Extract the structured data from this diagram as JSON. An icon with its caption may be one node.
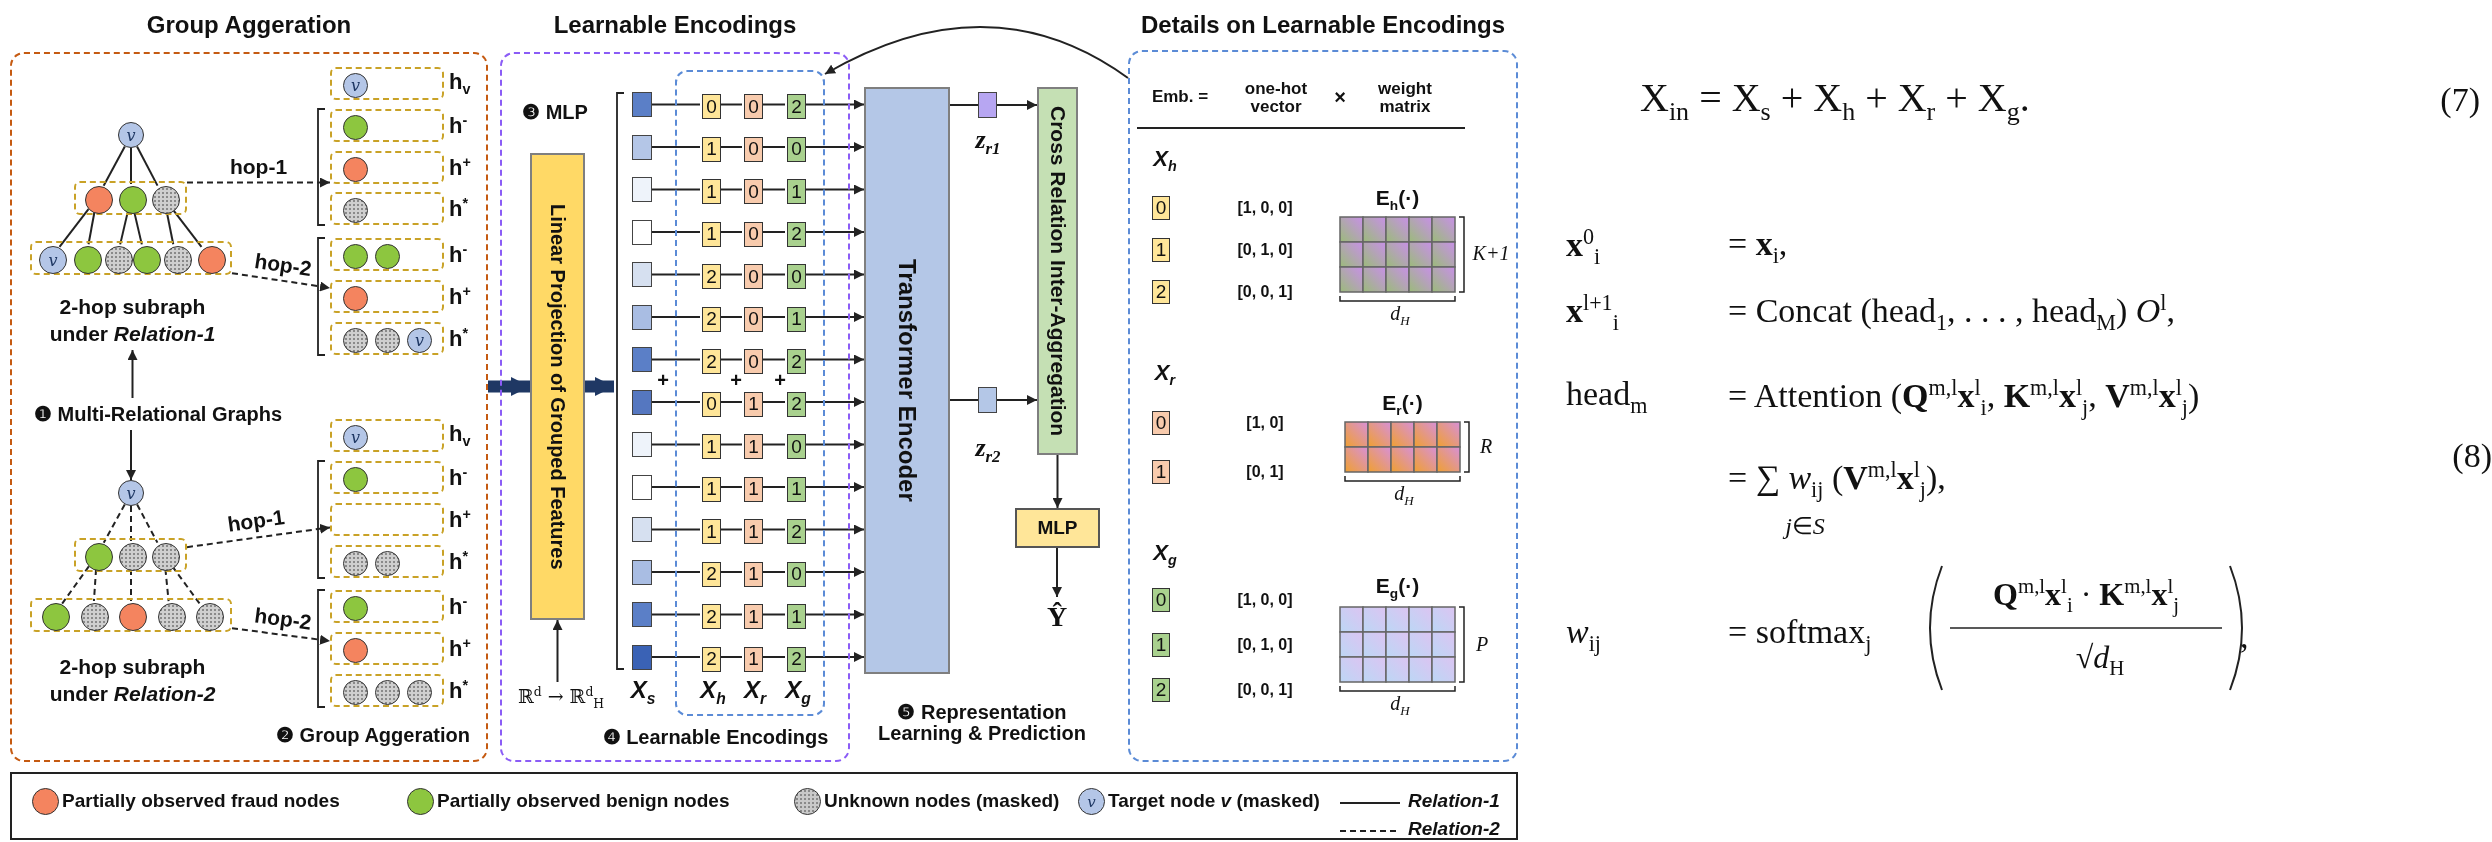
{
  "diagram": {
    "nodes": [
      {
        "text": [
          "Group Aggeration",
          "❷ Group Aggeration"
        ]
      },
      {
        "text": [
          "v"
        ],
        "in": 0
      },
      {
        "text": [],
        "shape": "box",
        "in": 0
      },
      {
        "text": [],
        "shape": "circle",
        "in": 2
      },
      {
        "text": [],
        "shape": "circle",
        "in": 2
      },
      {
        "text": [],
        "shape": "circle",
        "in": 2
      },
      {
        "text": [],
        "shape": "box",
        "in": 0
      },
      {
        "text": [
          "v"
        ],
        "in": 6
      },
      {
        "text": [],
        "shape": "circle",
        "in": 6
      },
      {
        "text": [],
        "shape": "circle",
        "in": 6
      },
      {
        "text": [],
        "shape": "circle",
        "in": 6
      },
      {
        "text": [],
        "shape": "circle",
        "in": 6
      },
      {
        "text": [],
        "shape": "circle",
        "in": 6
      },
      {
        "text": [
          "2-hop subraph under *Relation-1*"
        ],
        "in": 0
      },
      {
        "text": [
          "❶ Multi-Relational Graphs"
        ],
        "in": 0
      },
      {
        "text": [
          "v"
        ],
        "in": 0
      },
      {
        "text": [],
        "shape": "box",
        "in": 0
      },
      {
        "text": [],
        "shape": "circle",
        "in": 16
      },
      {
        "text": [],
        "shape": "circle",
        "in": 16
      },
      {
        "text": [],
        "shape": "circle",
        "in": 16
      },
      {
        "text": [],
        "shape": "box",
        "in": 0
      },
      {
        "text": [],
        "shape": "circle",
        "in": 20
      },
      {
        "text": [],
        "shape": "circle",
        "in": 20
      },
      {
        "text": [],
        "shape": "circle",
        "in": 20
      },
      {
        "text": [],
        "shape": "circle",
        "in": 20
      },
      {
        "text": [],
        "shape": "circle",
        "in": 20
      },
      {
        "text": [
          "2-hop subraph under *Relation-2*"
        ],
        "in": 0
      },
      {
        "text": [],
        "shape": "box",
        "in": 0,
        "beside": [
          "h$_{v}$"
        ]
      },
      {
        "text": [
          "v"
        ],
        "in": 27
      },
      {
        "text": [],
        "shape": "box",
        "in": 0,
        "beside": [
          "h$^{-}$"
        ]
      },
      {
        "text": [],
        "shape": "circle",
        "in": 29
      },
      {
        "text": [],
        "shape": "box",
        "in": 0,
        "beside": [
          "h$^{+}$"
        ]
      },
      {
        "text": [],
        "shape": "circle",
        "in": 31
      },
      {
        "text": [],
        "shape": "box",
        "in": 0,
        "beside": [
          "h$^{*}$"
        ]
      },
      {
        "text": [],
        "shape": "circle",
        "in": 33
      },
      {
        "text": [],
        "shape": "box",
        "in": 0,
        "beside": [
          "h$^{-}$"
        ]
      },
      {
        "text": [],
        "shape": "circle",
        "in": 35
      },
      {
        "text": [],
        "shape": "circle",
        "in": 35
      },
      {
        "text": [],
        "shape": "box",
        "in": 0,
        "beside": [
          "h$^{+}$"
        ]
      },
      {
        "text": [],
        "shape": "circle",
        "in": 38
      },
      {
        "text": [],
        "shape": "box",
        "in": 0,
        "beside": [
          "h$^{*}$"
        ]
      },
      {
        "text": [],
        "shape": "circle",
        "in": 40
      },
      {
        "text": [],
        "shape": "circle",
        "in": 40
      },
      {
        "text": [
          "v"
        ],
        "in": 40
      },
      {
        "text": [],
        "shape": "box",
        "in": 0,
        "beside": [
          "h$_{v}$"
        ]
      },
      {
        "text": [
          "v"
        ],
        "in": 44
      },
      {
        "text": [],
        "shape": "box",
        "in": 0,
        "beside": [
          "h$^{-}$"
        ]
      },
      {
        "text": [],
        "shape": "circle",
        "in": 46
      },
      {
        "text": [],
        "shape": "box",
        "in": 0,
        "beside": [
          "h$^{+}$"
        ]
      },
      {
        "text": [],
        "shape": "box",
        "in": 0,
        "beside": [
          "h$^{*}$"
        ]
      },
      {
        "text": [],
        "shape": "circle",
        "in": 49
      },
      {
        "text": [],
        "shape": "circle",
        "in": 49
      },
      {
        "text": [],
        "shape": "box",
        "in": 0,
        "beside": [
          "h$^{-}$"
        ]
      },
      {
        "text": [],
        "shape": "circle",
        "in": 52
      },
      {
        "text": [],
        "shape": "box",
        "in": 0,
        "beside": [
          "h$^{+}$"
        ]
      },
      {
        "text": [],
        "shape": "circle",
        "in": 54
      },
      {
        "text": [],
        "shape": "box",
        "in": 0,
        "beside": [
          "h$^{*}$"
        ]
      },
      {
        "text": [],
        "shape": "circle",
        "in": 56
      },
      {
        "text": [],
        "shape": "circle",
        "in": 56
      },
      {
        "text": [],
        "shape": "circle",
        "in": 56
      },
      {
        "text": [
          "Learnable Encodings",
          "❹ Learnable Encodings"
        ]
      },
      {
        "text": [
          "Linear Projection of Grouped Features"
        ],
        "in": 60
      },
      {
        "text": [
          "ℝ$^{d}$ → ℝ$^{d}$$_{H}$"
        ],
        "in": 60
      },
      {
        "text": [],
        "shape": "box",
        "in": 60
      },
      {
        "text": [],
        "shape": "box",
        "in": 60
      },
      {
        "text": [
          "0"
        ],
        "in": 63
      },
      {
        "text": [
          "0"
        ],
        "in": 63
      },
      {
        "text": [
          "2"
        ],
        "in": 63
      },
      {
        "text": [],
        "shape": "box",
        "in": 60
      },
      {
        "text": [
          "1"
        ],
        "in": 63
      },
      {
        "text": [
          "0"
        ],
        "in": 63
      },
      {
        "text": [
          "0"
        ],
        "in": 63
      },
      {
        "text": [],
        "shape": "box",
        "in": 60
      },
      {
        "text": [
          "1"
        ],
        "in": 63
      },
      {
        "text": [
          "0"
        ],
        "in": 63
      },
      {
        "text": [
          "1"
        ],
        "in": 63
      },
      {
        "text": [],
        "shape": "box",
        "in": 60
      },
      {
        "text": [
          "1"
        ],
        "in": 63
      },
      {
        "text": [
          "0"
        ],
        "in": 63
      },
      {
        "text": [
          "2"
        ],
        "in": 63
      },
      {
        "text": [],
        "shape": "box",
        "in": 60
      },
      {
        "text": [
          "2"
        ],
        "in": 63
      },
      {
        "text": [
          "0"
        ],
        "in": 63
      },
      {
        "text": [
          "0"
        ],
        "in": 63
      },
      {
        "text": [],
        "shape": "box",
        "in": 60
      },
      {
        "text": [
          "2"
        ],
        "in": 63
      },
      {
        "text": [
          "0"
        ],
        "in": 63
      },
      {
        "text": [
          "1"
        ],
        "in": 63
      },
      {
        "text": [],
        "shape": "box",
        "in": 60
      },
      {
        "text": [
          "2"
        ],
        "in": 63
      },
      {
        "text": [
          "0"
        ],
        "in": 63
      },
      {
        "text": [
          "2"
        ],
        "in": 63
      },
      {
        "text": [],
        "shape": "box",
        "in": 60
      },
      {
        "text": [
          "0"
        ],
        "in": 63
      },
      {
        "text": [
          "1"
        ],
        "in": 63
      },
      {
        "text": [
          "2"
        ],
        "in": 63
      },
      {
        "text": [],
        "shape": "box",
        "in": 60
      },
      {
        "text": [
          "1"
        ],
        "in": 63
      },
      {
        "text": [
          "1"
        ],
        "in": 63
      },
      {
        "text": [
          "0"
        ],
        "in": 63
      },
      {
        "text": [],
        "shape": "box",
        "in": 60
      },
      {
        "text": [
          "1"
        ],
        "in": 63
      },
      {
        "text": [
          "1"
        ],
        "in": 63
      },
      {
        "text": [
          "1"
        ],
        "in": 63
      },
      {
        "text": [],
        "shape": "box",
        "in": 60
      },
      {
        "text": [
          "1"
        ],
        "in": 63
      },
      {
        "text": [
          "1"
        ],
        "in": 63
      },
      {
        "text": [
          "2"
        ],
        "in": 63
      },
      {
        "text": [],
        "shape": "box",
        "in": 60
      },
      {
        "text": [
          "2"
        ],
        "in": 63
      },
      {
        "text": [
          "1"
        ],
        "in": 63
      },
      {
        "text": [
          "0"
        ],
        "in": 63
      },
      {
        "text": [],
        "shape": "box",
        "in": 60
      },
      {
        "text": [
          "2"
        ],
        "in": 63
      },
      {
        "text": [
          "1"
        ],
        "in": 63
      },
      {
        "text": [
          "1"
        ],
        "in": 63
      },
      {
        "text": [],
        "shape": "box",
        "in": 60
      },
      {
        "text": [
          "2"
        ],
        "in": 63
      },
      {
        "text": [
          "1"
        ],
        "in": 63
      },
      {
        "text": [
          "2"
        ],
        "in": 63
      },
      {
        "text": [
          "Transformer Encoder"
        ]
      },
      {
        "text": [],
        "shape": "box",
        "beside": [
          "z$_{r1}$"
        ]
      },
      {
        "text": [],
        "shape": "box",
        "beside": [
          "z$_{r2}$"
        ]
      },
      {
        "text": [
          "Cross Relation Inter-Aggregation"
        ]
      },
      {
        "text": [
          "MLP"
        ]
      },
      {
        "text": [
          "Ŷ"
        ]
      },
      {
        "text": [
          "Details on Learnable Encodings"
        ]
      },
      {
        "text": [
          "0"
        ],
        "in": 126
      },
      {
        "text": [
          "1"
        ],
        "in": 126
      },
      {
        "text": [
          "2"
        ],
        "in": 126
      },
      {
        "text": [
          "E$_{h}$(·)"
        ],
        "in": 126,
        "beside": [
          "K+1",
          "d$_{H}$"
        ]
      },
      {
        "text": [
          "0"
        ],
        "in": 126
      },
      {
        "text": [
          "1"
        ],
        "in": 126
      },
      {
        "text": [
          "E$_{r}$(·)"
        ],
        "in": 126,
        "beside": [
          "R",
          "d$_{H}$"
        ]
      },
      {
        "text": [
          "0"
        ],
        "in": 126
      },
      {
        "text": [
          "1"
        ],
        "in": 126
      },
      {
        "text": [
          "2"
        ],
        "in": 126
      },
      {
        "text": [
          "E$_{g}$(·)"
        ],
        "in": 126,
        "beside": [
          "P",
          "d$_{H}$"
        ]
      },
      {
        "text": [],
        "shape": "bracket",
        "in": 60
      }
    ],
    "edges": [
      {
        "from": 1,
        "to": 3,
        "arrow": "none"
      },
      {
        "from": 1,
        "to": 4,
        "arrow": "none"
      },
      {
        "from": 1,
        "to": 5,
        "arrow": "none"
      },
      {
        "from": 3,
        "to": 7,
        "arrow": "none"
      },
      {
        "from": 3,
        "to": 8,
        "arrow": "none"
      },
      {
        "from": 4,
        "to": 9,
        "arrow": "none"
      },
      {
        "from": 4,
        "to": 10,
        "arrow": "none"
      },
      {
        "from": 5,
        "to": 11,
        "arrow": "none"
      },
      {
        "from": 5,
        "to": 12,
        "arrow": "none"
      },
      {
        "from": 15,
        "to": 17,
        "arrow": "none",
        "style": "dashed"
      },
      {
        "from": 15,
        "to": 18,
        "arrow": "none",
        "style": "dashed"
      },
      {
        "from": 15,
        "to": 19,
        "arrow": "none",
        "style": "dashed"
      },
      {
        "from": 17,
        "to": 21,
        "arrow": "none",
        "style": "dashed"
      },
      {
        "from": 17,
        "to": 22,
        "arrow": "none",
        "style": "dashed"
      },
      {
        "from": 18,
        "to": 23,
        "arrow": "none",
        "style": "dashed"
      },
      {
        "from": 19,
        "to": 24,
        "arrow": "none",
        "style": "dashed"
      },
      {
        "from": 19,
        "to": 25,
        "arrow": "none",
        "style": "dashed"
      },
      {
        "from": 14,
        "to": 13,
        "arrow": "to"
      },
      {
        "from": 14,
        "to": 15,
        "arrow": "to"
      },
      {
        "from": 2,
        "to": 31,
        "arrow": "to",
        "label": "hop-1",
        "style": "dashed"
      },
      {
        "from": 6,
        "to": 38,
        "arrow": "to",
        "label": "hop-2",
        "style": "dashed"
      },
      {
        "from": 16,
        "to": 48,
        "arrow": "to",
        "label": "hop-1",
        "style": "dashed"
      },
      {
        "from": 20,
        "to": 54,
        "arrow": "to",
        "label": "hop-2",
        "style": "dashed"
      },
      {
        "from": 0,
        "to": 61,
        "arrow": "to",
        "style": "thick",
        "color": "#1f3864"
      },
      {
        "from": 61,
        "to": 138,
        "arrow": "to",
        "style": "thick",
        "color": "#1f3864"
      },
      {
        "from": 62,
        "to": 61,
        "arrow": "to"
      },
      {
        "from": 64,
        "to": 65,
        "arrow": "none"
      },
      {
        "from": 65,
        "to": 66,
        "arrow": "none"
      },
      {
        "from": 66,
        "to": 67,
        "arrow": "none"
      },
      {
        "from": 67,
        "to": 120,
        "arrow": "to"
      },
      {
        "from": 68,
        "to": 69,
        "arrow": "none"
      },
      {
        "from": 69,
        "to": 70,
        "arrow": "none"
      },
      {
        "from": 70,
        "to": 71,
        "arrow": "none"
      },
      {
        "from": 71,
        "to": 120,
        "arrow": "to"
      },
      {
        "from": 72,
        "to": 73,
        "arrow": "none"
      },
      {
        "from": 73,
        "to": 74,
        "arrow": "none"
      },
      {
        "from": 74,
        "to": 75,
        "arrow": "none"
      },
      {
        "from": 75,
        "to": 120,
        "arrow": "to"
      },
      {
        "from": 76,
        "to": 77,
        "arrow": "none"
      },
      {
        "from": 77,
        "to": 78,
        "arrow": "none"
      },
      {
        "from": 78,
        "to": 79,
        "arrow": "none"
      },
      {
        "from": 79,
        "to": 120,
        "arrow": "to"
      },
      {
        "from": 80,
        "to": 81,
        "arrow": "none"
      },
      {
        "from": 81,
        "to": 82,
        "arrow": "none"
      },
      {
        "from": 82,
        "to": 83,
        "arrow": "none"
      },
      {
        "from": 83,
        "to": 120,
        "arrow": "to"
      },
      {
        "from": 84,
        "to": 85,
        "arrow": "none"
      },
      {
        "from": 85,
        "to": 86,
        "arrow": "none"
      },
      {
        "from": 86,
        "to": 87,
        "arrow": "none"
      },
      {
        "from": 87,
        "to": 120,
        "arrow": "to"
      },
      {
        "from": 88,
        "to": 89,
        "arrow": "none"
      },
      {
        "from": 89,
        "to": 90,
        "arrow": "none"
      },
      {
        "from": 90,
        "to": 91,
        "arrow": "none"
      },
      {
        "from": 91,
        "to": 120,
        "arrow": "to"
      },
      {
        "from": 92,
        "to": 93,
        "arrow": "none"
      },
      {
        "from": 93,
        "to": 94,
        "arrow": "none"
      },
      {
        "from": 94,
        "to": 95,
        "arrow": "none"
      },
      {
        "from": 95,
        "to": 120,
        "arrow": "to"
      },
      {
        "from": 96,
        "to": 97,
        "arrow": "none"
      },
      {
        "from": 97,
        "to": 98,
        "arrow": "none"
      },
      {
        "from": 98,
        "to": 99,
        "arrow": "none"
      },
      {
        "from": 99,
        "to": 120,
        "arrow": "to"
      },
      {
        "from": 100,
        "to": 101,
        "arrow": "none"
      },
      {
        "from": 101,
        "to": 102,
        "arrow": "none"
      },
      {
        "from": 102,
        "to": 103,
        "arrow": "none"
      },
      {
        "from": 103,
        "to": 120,
        "arrow": "to"
      },
      {
        "from": 104,
        "to": 105,
        "arrow": "none"
      },
      {
        "from": 105,
        "to": 106,
        "arrow": "none"
      },
      {
        "from": 106,
        "to": 107,
        "arrow": "none"
      },
      {
        "from": 107,
        "to": 120,
        "arrow": "to"
      },
      {
        "from": 108,
        "to": 109,
        "arrow": "none"
      },
      {
        "from": 109,
        "to": 110,
        "arrow": "none"
      },
      {
        "from": 110,
        "to": 111,
        "arrow": "none"
      },
      {
        "from": 111,
        "to": 120,
        "arrow": "to"
      },
      {
        "from": 112,
        "to": 113,
        "arrow": "none"
      },
      {
        "from": 113,
        "to": 114,
        "arrow": "none"
      },
      {
        "from": 114,
        "to": 115,
        "arrow": "none"
      },
      {
        "from": 115,
        "to": 120,
        "arrow": "to"
      },
      {
        "from": 116,
        "to": 117,
        "arrow": "none"
      },
      {
        "from": 117,
        "to": 118,
        "arrow": "none"
      },
      {
        "from": 118,
        "to": 119,
        "arrow": "none"
      },
      {
        "from": 119,
        "to": 120,
        "arrow": "to"
      },
      {
        "from": 120,
        "to": 121,
        "arrow": "none"
      },
      {
        "from": 121,
        "to": 123,
        "arrow": "to"
      },
      {
        "from": 120,
        "to": 122,
        "arrow": "none"
      },
      {
        "from": 122,
        "to": 123,
        "arrow": "to"
      },
      {
        "from": 123,
        "to": 124,
        "arrow": "to"
      },
      {
        "from": 124,
        "to": 125,
        "arrow": "to"
      },
      {
        "from": 126,
        "to": 63,
        "arrow": "to"
      }
    ],
    "labels": [
      "❸ MLP",
      "X$_{s}$",
      "X$_{h}$",
      "X$_{r}$",
      "X$_{g}$",
      "+",
      "+",
      "+",
      "❺ Representation Learning & Prediction",
      "Emb. =",
      "one-hot vector",
      "×",
      "weight matrix",
      "X$_{h}$",
      "[1, 0, 0]",
      "[0, 1, 0]",
      "[0, 0, 1]",
      "X$_{r}$",
      "[1, 0]",
      "[0, 1]",
      "X$_{g}$",
      "[1, 0, 0]",
      "[0, 1, 0]",
      "[0, 0, 1]",
      "v",
      "X$_{in}$ = X$_{s}$ + X$_{h}$ + X$_{r}$ + X$_{g}$.",
      "(7)",
      "**x**$^{0}$$_{i}$",
      "= **x**$_{i}$,",
      "**x**$^{l+1}$$_{i}$",
      "= Concat (head$_{1}$, . . . , head$_{M}$) *O*$^{l}$,",
      "head$_{m}$",
      "= Attention (**Q**$^{m,l}$**x**$^{l}$$_{i}$, **K**$^{m,l}$**x**$^{l}$$_{j}$, **V**$^{m,l}$**x**$^{l}$$_{j}$)",
      "= ∑ *w*$_{ij}$ (**V**$^{m,l}$**x**$^{l}$$_{j}$),",
      "*j*∈*S*",
      "(8)",
      "*w*$_{ij}$",
      "= softmax$_{j}$",
      "**Q**$^{m,l}$**x**$^{l}$$_{i}$ · **K**$^{m,l}$**x**$^{l}$$_{j}$",
      "√*d*$_{H}$",
      ","
    ],
    "legend": [
      {
        "text": "Partially observed fraud nodes",
        "color": "#f4845f"
      },
      {
        "text": "Partially observed benign nodes",
        "color": "#8dc63f"
      },
      {
        "text": "Unknown nodes (masked)",
        "color": "#c9c9c9"
      },
      {
        "text": "Target node *v* (masked)",
        "color": "#b4c6e7"
      },
      {
        "text": "Relation-1"
      },
      {
        "text": "Relation-2"
      }
    ]
  }
}
